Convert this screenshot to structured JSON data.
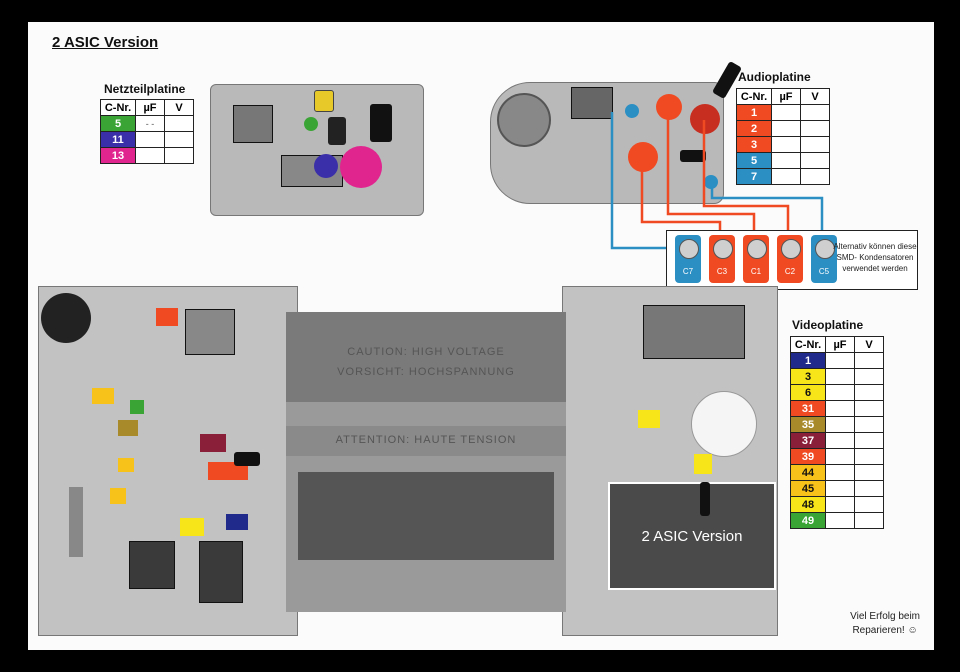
{
  "title": "2 ASIC Version",
  "netzteil": {
    "title": "Netzteilplatine",
    "headers": [
      "C-Nr.",
      "µF",
      "V"
    ],
    "rows": [
      {
        "nr": "5",
        "uf": "- -",
        "v": "",
        "color": "#3aa535"
      },
      {
        "nr": "11",
        "uf": "",
        "v": "",
        "color": "#3a2fa8"
      },
      {
        "nr": "13",
        "uf": "",
        "v": "",
        "color": "#e0258f"
      }
    ]
  },
  "audio": {
    "title": "Audioplatine",
    "headers": [
      "C-Nr.",
      "µF",
      "V"
    ],
    "rows": [
      {
        "nr": "1",
        "uf": "",
        "v": "",
        "color": "#f04a22"
      },
      {
        "nr": "2",
        "uf": "",
        "v": "",
        "color": "#f04a22"
      },
      {
        "nr": "3",
        "uf": "",
        "v": "",
        "color": "#f04a22"
      },
      {
        "nr": "5",
        "uf": "",
        "v": "",
        "color": "#2b8fc4"
      },
      {
        "nr": "7",
        "uf": "",
        "v": "",
        "color": "#2b8fc4"
      }
    ]
  },
  "video": {
    "title": "Videoplatine",
    "headers": [
      "C-Nr.",
      "µF",
      "V"
    ],
    "rows": [
      {
        "nr": "1",
        "uf": "",
        "v": "",
        "color": "#1f2a8a",
        "dark": false
      },
      {
        "nr": "3",
        "uf": "",
        "v": "",
        "color": "#f7e51a",
        "dark": true
      },
      {
        "nr": "6",
        "uf": "",
        "v": "",
        "color": "#f7e51a",
        "dark": true
      },
      {
        "nr": "31",
        "uf": "",
        "v": "",
        "color": "#f04a22",
        "dark": false
      },
      {
        "nr": "35",
        "uf": "",
        "v": "",
        "color": "#a88a2a",
        "dark": false
      },
      {
        "nr": "37",
        "uf": "",
        "v": "",
        "color": "#8a1f3a",
        "dark": false
      },
      {
        "nr": "39",
        "uf": "",
        "v": "",
        "color": "#f04a22",
        "dark": false
      },
      {
        "nr": "44",
        "uf": "",
        "v": "",
        "color": "#f7c21a",
        "dark": true
      },
      {
        "nr": "45",
        "uf": "",
        "v": "",
        "color": "#f7c21a",
        "dark": true
      },
      {
        "nr": "48",
        "uf": "",
        "v": "",
        "color": "#f7e51a",
        "dark": true
      },
      {
        "nr": "49",
        "uf": "",
        "v": "",
        "color": "#3aa535",
        "dark": false
      }
    ]
  },
  "smd_note": "Alternativ können diese SMD- Kondensatoren verwendet werden",
  "smd_caps": [
    "C7",
    "C3",
    "C1",
    "C2",
    "C5"
  ],
  "asic_label": "2 ASIC Version",
  "pcb_text": {
    "caution": "CAUTION: HIGH VOLTAGE",
    "vorsicht": "VORSICHT: HOCHSPANNUNG",
    "attention": "ATTENTION: HAUTE TENSION"
  },
  "footer": {
    "line1": "Viel Erfolg beim",
    "line2": "Reparieren! ☺"
  },
  "colors": {
    "orange": "#f04a22",
    "blue": "#2b8fc4",
    "green": "#3aa535",
    "purple": "#3a2fa8",
    "pink": "#e0258f",
    "yellow": "#f7e51a"
  }
}
